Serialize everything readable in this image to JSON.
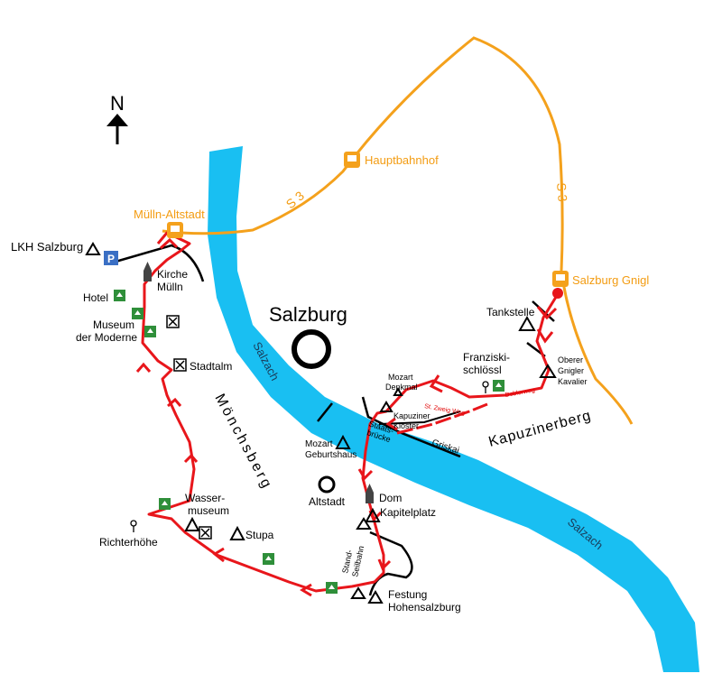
{
  "map": {
    "title": "Salzburg",
    "north_label": "N",
    "colors": {
      "river": "#19bff2",
      "rail": "#f4a11c",
      "route": "#e8161b",
      "road": "#000000",
      "icon_green": "#2f8f3a",
      "parking_blue": "#3a6fc4",
      "station_orange": "#f4a11c"
    },
    "rivers": {
      "salzach_1": "Salzach",
      "salzach_2": "Salzach"
    },
    "rail": {
      "s3_left": "S 3",
      "s3_right": "S 3",
      "hauptbahnhof": "Hauptbahnhof",
      "muelln_altstadt": "Mülln-Altstadt",
      "salzburg_gnigl": "Salzburg Gnigl"
    },
    "areas": {
      "moenchsberg": "Mönchsberg",
      "kapuzinerberg": "Kapuzinerberg",
      "altstadt": "Altstadt"
    },
    "streets": {
      "griskai": "Griskai",
      "st_zweig_weg": "St. Zweig Weg",
      "doblerweg": "Doblerweg",
      "staatsbruecke_1": "Staats-",
      "staatsbruecke_2": "brücke",
      "standseilbahn_1": "Stand-",
      "standseilbahn_2": "Seilbahn"
    },
    "places": {
      "lkh": "LKH Salzburg",
      "kirche_1": "Kirche",
      "kirche_2": "Mülln",
      "hotel": "Hotel",
      "museum_1": "Museum",
      "museum_2": "der Moderne",
      "stadtalm": "Stadtalm",
      "wasser_1": "Wasser-",
      "wasser_2": "museum",
      "richterhoehe": "Richterhöhe",
      "stupa": "Stupa",
      "mozart_geb_1": "Mozart",
      "mozart_geb_2": "Geburtshaus",
      "dom": "Dom",
      "kapitelplatz": "Kapitelplatz",
      "festung_1": "Festung",
      "festung_2": "Hohensalzburg",
      "mozart_denk_1": "Mozart",
      "mozart_denk_2": "Denkmal",
      "kapuziner_1": "Kapuziner",
      "kapuziner_2": "Kloster",
      "tankstelle": "Tankstelle",
      "franz_1": "Franziski-",
      "franz_2": "schlössl",
      "gnigler_1": "Oberer",
      "gnigler_2": "Gnigler",
      "gnigler_3": "Kavalier"
    },
    "parking_label": "P"
  }
}
